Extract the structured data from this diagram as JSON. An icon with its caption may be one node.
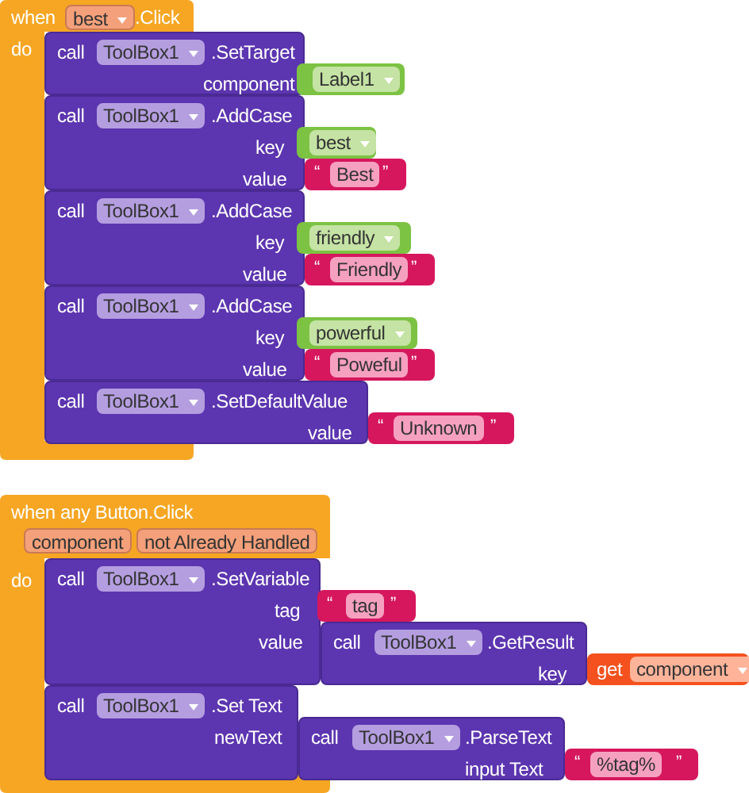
{
  "diagram": {
    "nodes": [
      {
        "text": [
          "when",
          "best",
          ".Click",
          "do"
        ]
      },
      {
        "text": [
          "call",
          "ToolBox1",
          ".SetTarget",
          "component"
        ]
      },
      {
        "text": [
          "Label1"
        ]
      },
      {
        "text": [
          "call",
          "ToolBox1",
          ".AddCase",
          "key",
          "value"
        ]
      },
      {
        "text": [
          "best"
        ]
      },
      {
        "text": [
          "“",
          "Best",
          "”"
        ]
      },
      {
        "text": [
          "call",
          "ToolBox1",
          ".AddCase",
          "key",
          "value"
        ]
      },
      {
        "text": [
          "friendly"
        ]
      },
      {
        "text": [
          "“",
          "Friendly",
          "”"
        ]
      },
      {
        "text": [
          "call",
          "ToolBox1",
          ".AddCase",
          "key",
          "value"
        ]
      },
      {
        "text": [
          "powerful"
        ]
      },
      {
        "text": [
          "“",
          "Poweful",
          "”"
        ]
      },
      {
        "text": [
          "call",
          "ToolBox1",
          ".SetDefaultValue",
          "value"
        ]
      },
      {
        "text": [
          "“",
          "Unknown",
          "”"
        ]
      },
      {
        "text": [
          "when any Button.Click",
          "component",
          "not Already Handled",
          "do"
        ]
      },
      {
        "text": [
          "call",
          "ToolBox1",
          ".SetVariable",
          "tag",
          "value"
        ]
      },
      {
        "text": [
          "“",
          "tag",
          "”"
        ]
      },
      {
        "text": [
          "call",
          "ToolBox1",
          ".GetResult",
          "key"
        ]
      },
      {
        "text": [
          "get",
          "component"
        ]
      },
      {
        "text": [
          "call",
          "ToolBox1",
          ".Set Text",
          "newText"
        ]
      },
      {
        "text": [
          "call",
          "ToolBox1",
          ".ParseText",
          "input Text"
        ]
      },
      {
        "text": [
          "“",
          "%tag%",
          "”"
        ]
      }
    ]
  }
}
